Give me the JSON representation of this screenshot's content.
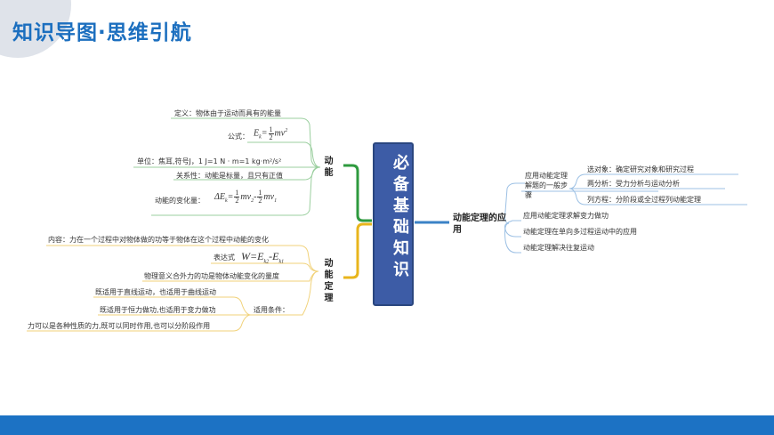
{
  "header": {
    "title": "知识导图·思维引航"
  },
  "center": {
    "label": "必备基础知识"
  },
  "branches": {
    "kinetic": {
      "label": "动能",
      "definition": "定义：物体由于运动而具有的能量",
      "formula_prefix": "公式：",
      "unit": "单位：焦耳,符号J，1 J=1 N · m=1 kg·m²/s²",
      "relation": "关系性：动能是标量，且只有正值",
      "change_prefix": "动能的变化量：",
      "formula_glyphs": {
        "E": "E",
        "k": "k",
        "eq": "=",
        "one": "1",
        "two": "2",
        "mv": "mv",
        "sq": "2",
        "delta": "ΔE",
        "minus": "-",
        "s1": "1",
        "s2": "2"
      }
    },
    "theorem": {
      "label": "动能定理",
      "content": "内容：力在一个过程中对物体做的功等于物体在这个过程中动能的变化",
      "expr_prefix": "表达式",
      "expr": "W=E",
      "expr_k2": "k2",
      "expr_minus": "-E",
      "expr_k1": "k1",
      "meaning": "物理意义合外力的功是物体动能变化的量度",
      "conditions_label": "适用条件：",
      "conditions": [
        "既适用于直线运动，也适用于曲线运动",
        "既适用于恒力做功,也适用于变力做功",
        "力可以是各种性质的力,既可以同时作用,也可以分阶段作用"
      ]
    },
    "application": {
      "label": "动能定理的应用",
      "general_steps": "应用动能定理解题的一般步骤",
      "steps": [
        "选对象：确定研究对象和研究过程",
        "两分析：受力分析与运动分析",
        "列方程：分阶段或全过程列动能定理"
      ],
      "items": [
        "应用动能定理求解变力做功",
        "动能定理在单向多过程运动中的应用",
        "动能定理解决往复运动"
      ]
    }
  },
  "colors": {
    "title": "#1c6fbf",
    "center_box": "#3d5ca6",
    "green": "#2e9a3e",
    "yellow": "#e8b51c",
    "blue": "#3b82c6"
  }
}
